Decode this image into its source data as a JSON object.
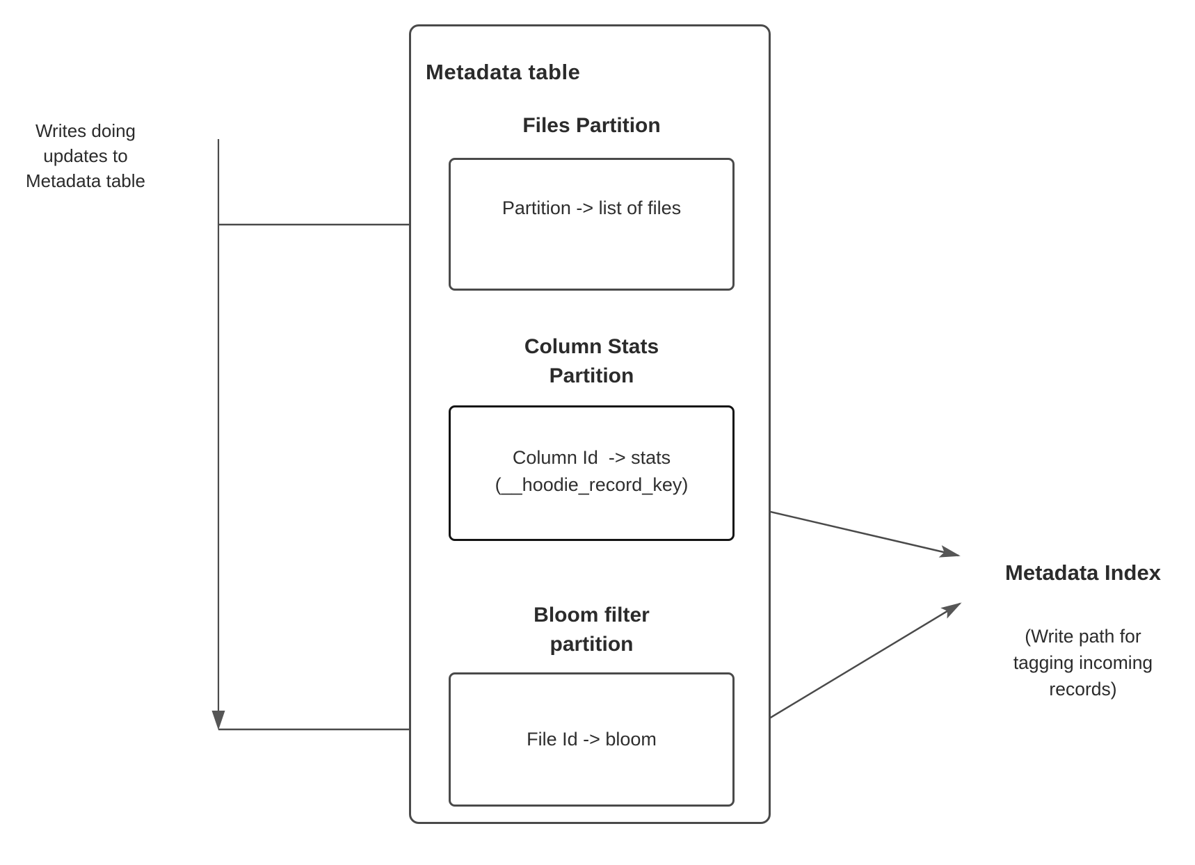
{
  "colors": {
    "line": "#4a4a4a",
    "arrowhead": "#565656",
    "text": "#2b2b2b",
    "emphasis_box_border": "#141414",
    "background": "#ffffff"
  },
  "left_note": {
    "lines": [
      "Writes doing",
      "updates to",
      "Metadata table"
    ]
  },
  "metadata_table": {
    "title": "Metadata table",
    "files_partition": {
      "heading": "Files Partition",
      "box_text": "Partition -> list of files"
    },
    "column_stats_partition": {
      "heading_lines": [
        "Column Stats",
        "Partition"
      ],
      "box_lines": [
        "Column Id  -> stats",
        "(__hoodie_record_key)"
      ]
    },
    "bloom_partition": {
      "heading_lines": [
        "Bloom filter",
        "partition"
      ],
      "box_text": "File Id -> bloom"
    }
  },
  "metadata_index": {
    "title": "Metadata Index",
    "subtitle_lines": [
      "(Write path for",
      "tagging incoming",
      "records)"
    ]
  }
}
